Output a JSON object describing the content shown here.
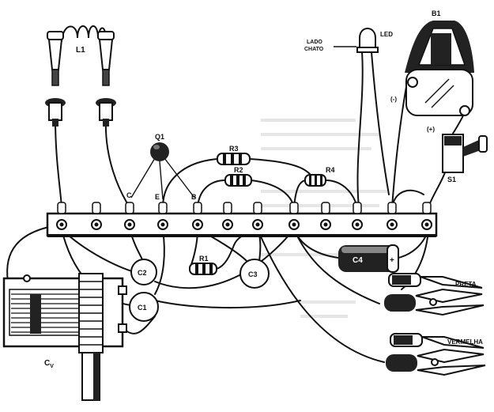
{
  "labels": {
    "l1": "L1",
    "q1": "Q1",
    "c": "C",
    "e": "E",
    "b": "B",
    "r3": "R3",
    "r2": "R2",
    "r4": "R4",
    "r1": "R1",
    "c1": "C1",
    "c2": "C2",
    "c3": "C3",
    "c4": "C4",
    "c4_plus": "+",
    "b1": "B1",
    "s1": "S1",
    "led": "LED",
    "lado": "LADO",
    "chato": "CHATO",
    "minus": "(-)",
    "plus": "(+)",
    "preta": "PRETA",
    "vermelha": "VERMELHA",
    "cv": "C",
    "cv_sub": "V"
  }
}
